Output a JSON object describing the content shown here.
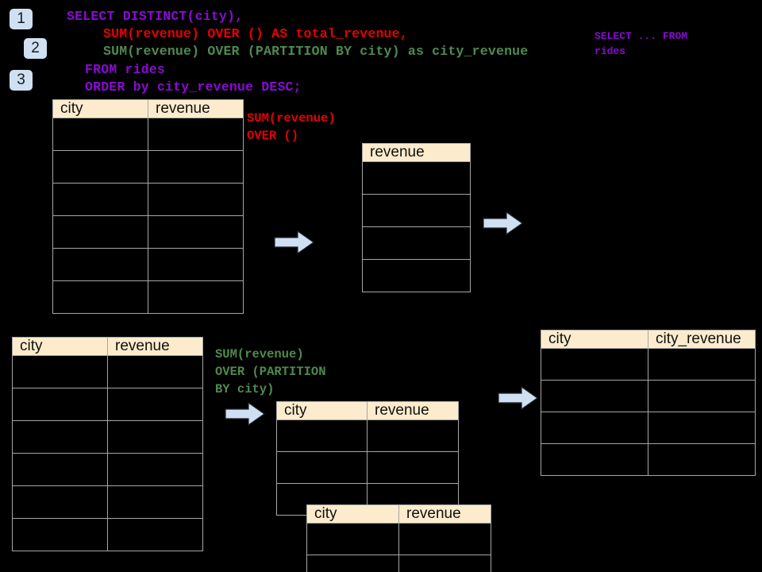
{
  "diagram": {
    "title": "SQL window function flow: SUM(revenue) OVER () and OVER (PARTITION BY city)",
    "background_color": "#000000",
    "accent_color": "#cfe0f2",
    "header_fill": "#fceccd",
    "grid_color": "#a6a6a6"
  },
  "badges": [
    {
      "label": "1"
    },
    {
      "label": "2"
    },
    {
      "label": "3"
    }
  ],
  "sql": {
    "lines": [
      {
        "text": "SELECT DISTINCT(city),",
        "color": "#8a0ad6"
      },
      {
        "text": "SUM(revenue) OVER () AS total_revenue,",
        "color": "#e60000"
      },
      {
        "text": "SUM(revenue) OVER (PARTITION BY city) as city_revenue",
        "color": "#4f8a4f"
      },
      {
        "text": "FROM rides",
        "color": "#8a0ad6"
      },
      {
        "text": "ORDER by city_revenue DESC;",
        "color": "#8a0ad6"
      }
    ]
  },
  "annotations": {
    "top_right": "SELECT ... FROM\nrides",
    "over_empty": "SUM(revenue)\nOVER ()",
    "over_partition": "SUM(revenue)\nOVER (PARTITION\nBY city)"
  },
  "tables": {
    "source_top": {
      "name": "rides-source-top",
      "columns": [
        "city",
        "revenue"
      ],
      "row_count": 6,
      "rows": [
        [
          "",
          ""
        ],
        [
          "",
          ""
        ],
        [
          "",
          ""
        ],
        [
          "",
          ""
        ],
        [
          "",
          ""
        ],
        [
          "",
          ""
        ]
      ]
    },
    "total_revenue": {
      "name": "total-revenue-result",
      "columns": [
        "revenue"
      ],
      "row_count": 4,
      "rows": [
        [
          ""
        ],
        [
          ""
        ],
        [
          ""
        ],
        [
          ""
        ]
      ]
    },
    "source_bottom": {
      "name": "rides-source-bottom",
      "columns": [
        "city",
        "revenue"
      ],
      "row_count": 6,
      "rows": [
        [
          "",
          ""
        ],
        [
          "",
          ""
        ],
        [
          "",
          ""
        ],
        [
          "",
          ""
        ],
        [
          "",
          ""
        ],
        [
          "",
          ""
        ]
      ]
    },
    "partition_back": {
      "name": "partition-group-back",
      "columns": [
        "city",
        "revenue"
      ],
      "row_count": 3,
      "rows": [
        [
          "",
          ""
        ],
        [
          "",
          ""
        ],
        [
          "",
          ""
        ]
      ]
    },
    "partition_front": {
      "name": "partition-group-front",
      "columns": [
        "city",
        "revenue"
      ],
      "row_count": 2,
      "rows": [
        [
          "",
          ""
        ],
        [
          "",
          ""
        ]
      ]
    },
    "city_revenue": {
      "name": "city-revenue-result",
      "columns": [
        "city",
        "city_revenue"
      ],
      "row_count": 4,
      "rows": [
        [
          "",
          ""
        ],
        [
          "",
          ""
        ],
        [
          "",
          ""
        ],
        [
          "",
          ""
        ]
      ]
    }
  },
  "arrows": [
    {
      "name": "arrow-source-to-total",
      "direction": "right"
    },
    {
      "name": "arrow-total-to-final",
      "direction": "right"
    },
    {
      "name": "arrow-source-to-partition",
      "direction": "right"
    },
    {
      "name": "arrow-partition-to-final",
      "direction": "right"
    }
  ]
}
